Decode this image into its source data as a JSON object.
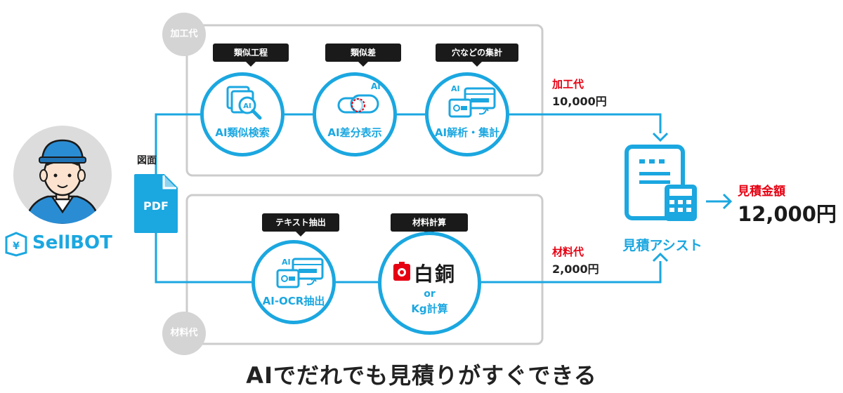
{
  "groups": {
    "processing": {
      "badge": "加工代"
    },
    "material": {
      "badge": "材料代"
    }
  },
  "drawing_label": "図面",
  "pdf_label": "PDF",
  "brand": {
    "name": "SellBOT"
  },
  "processing_steps": [
    {
      "tag": "類似工程",
      "label": "AI類似検索",
      "icon": "ai-search-icon"
    },
    {
      "tag": "類似差",
      "label": "AI差分表示",
      "icon": "ai-diff-icon",
      "icon_text": "AI"
    },
    {
      "tag": "穴などの集計",
      "label": "AI解析・集計",
      "icon": "ai-analysis-icon",
      "icon_text": "AI"
    }
  ],
  "material_steps": [
    {
      "tag": "テキスト抽出",
      "label": "AI-OCR抽出",
      "icon": "ai-ocr-icon",
      "icon_text": "AI"
    },
    {
      "tag": "材料計算",
      "brand_text": "白銅",
      "or_text": "or",
      "label": "Kg計算",
      "icon": "hakudo-logo-icon"
    }
  ],
  "costs": {
    "processing": {
      "label": "加工代",
      "value": "10,000円"
    },
    "material": {
      "label": "材料代",
      "value": "2,000円"
    }
  },
  "assistant": {
    "label": "見積アシスト",
    "icon": "calculator-tablet-icon"
  },
  "total": {
    "label": "見積金額",
    "value": "12,000円"
  },
  "headline": "AIでだれでも見積りがすぐできる",
  "colors": {
    "accent": "#1ba7e0",
    "red": "#e60012",
    "dark": "#1a1a1a",
    "gray": "#d4d4d4"
  }
}
